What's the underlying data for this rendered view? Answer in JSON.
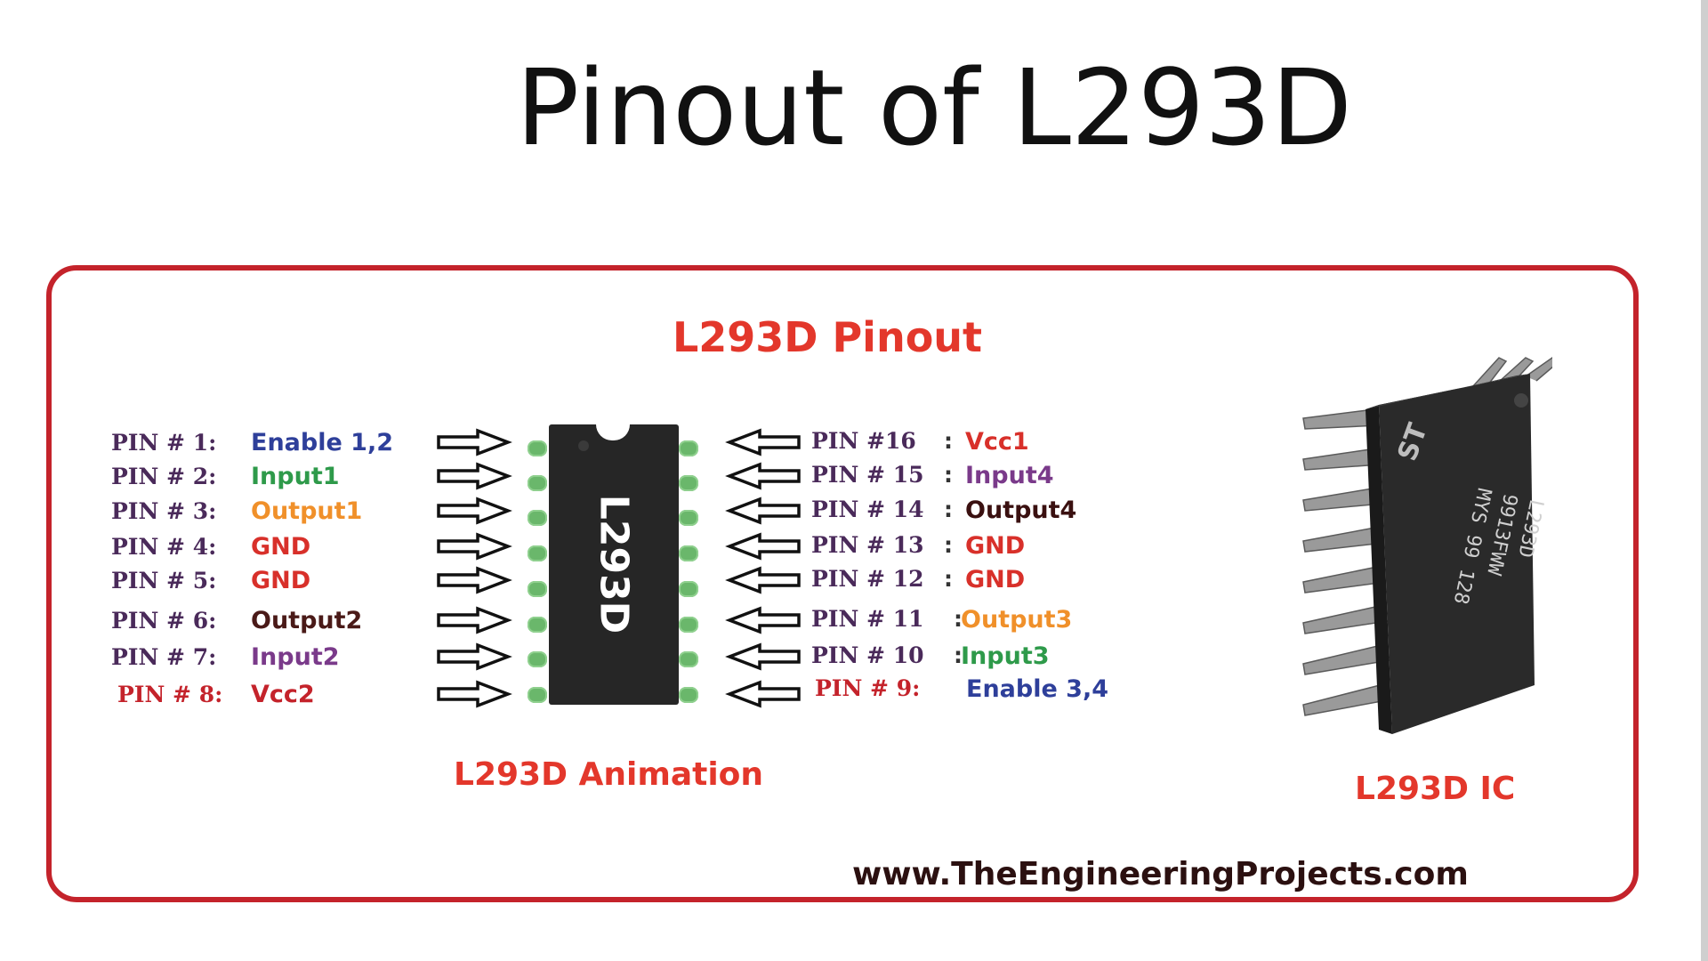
{
  "slide_title": "Pinout of L293D",
  "diagram": {
    "title": "L293D Pinout",
    "chip_label": "L293D",
    "left_pins": [
      {
        "label": "PIN # 1:",
        "function": "Enable 1,2",
        "color": "#2e3f9a"
      },
      {
        "label": "PIN # 2:",
        "function": "Input1",
        "color": "#2e9a4a"
      },
      {
        "label": "PIN # 3:",
        "function": "Output1",
        "color": "#f0902a"
      },
      {
        "label": "PIN # 4:",
        "function": "GND",
        "color": "#d8302a"
      },
      {
        "label": "PIN # 5:",
        "function": "GND",
        "color": "#d8302a"
      },
      {
        "label": "PIN # 6:",
        "function": "Output2",
        "color": "#4a1a18"
      },
      {
        "label": "PIN # 7:",
        "function": "Input2",
        "color": "#7a3a8a"
      },
      {
        "label": "PIN # 8:",
        "function": "Vcc2",
        "color": "#c4232b"
      }
    ],
    "right_pins": [
      {
        "label": "PIN #16",
        "function": "Vcc1",
        "color": "#d8302a"
      },
      {
        "label": "PIN # 15",
        "function": "Input4",
        "color": "#7a3a8a"
      },
      {
        "label": "PIN # 14",
        "function": "Output4",
        "color": "#3a1010"
      },
      {
        "label": "PIN # 13",
        "function": "GND",
        "color": "#d8302a"
      },
      {
        "label": "PIN # 12",
        "function": "GND",
        "color": "#d8302a"
      },
      {
        "label": "PIN # 11",
        "function": "Output3",
        "color": "#f0902a"
      },
      {
        "label": "PIN # 10",
        "function": "Input3",
        "color": "#2e9a4a"
      },
      {
        "label": "PIN # 9:",
        "function": "Enable 3,4",
        "color": "#2e3f9a"
      }
    ],
    "left_label_colors": [
      "#4a2a5a",
      "#4a2a5a",
      "#4a2a5a",
      "#4a2a5a",
      "#4a2a5a",
      "#4a2a5a",
      "#4a2a5a",
      "#c4232b"
    ],
    "right_label_colors": [
      "#4a2a5a",
      "#4a2a5a",
      "#4a2a5a",
      "#4a2a5a",
      "#4a2a5a",
      "#4a2a5a",
      "#4a2a5a",
      "#c4232b"
    ],
    "colon": ":",
    "caption_animation": "L293D Animation",
    "caption_ic": "L293D IC",
    "website": "www.TheEngineeringProjects.com",
    "ic_marking_lines": [
      "L293D",
      "9913FWW",
      "MYS 99 128"
    ],
    "frame_color": "#c4232b",
    "accent_color": "#e3372b"
  }
}
